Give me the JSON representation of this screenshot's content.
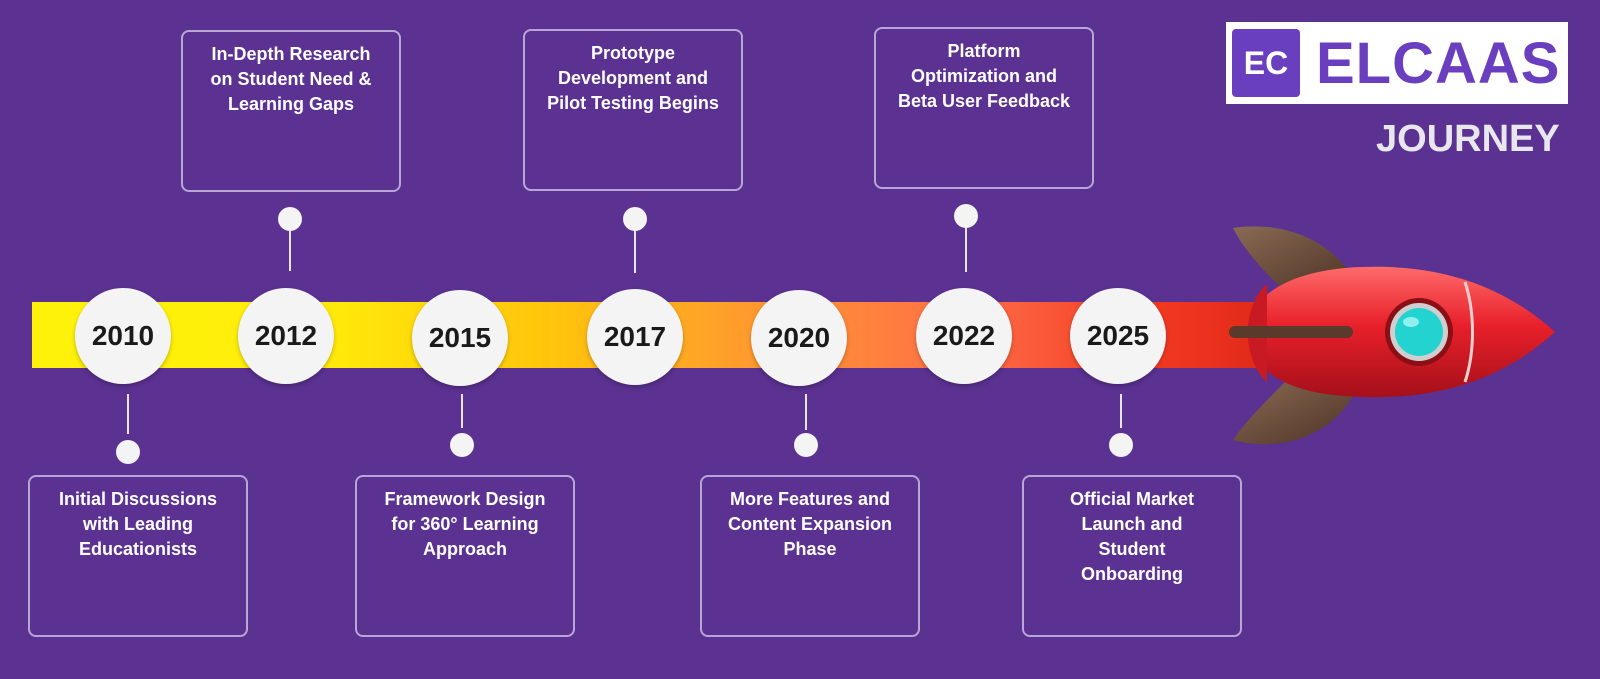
{
  "logo": {
    "mark": "EC",
    "name": "ELCAAS",
    "subtitle": "JOURNEY"
  },
  "colors": {
    "background": "#5b3191",
    "brand": "#6a3fbf",
    "rocket_body": "#e8202a",
    "rocket_window": "#22d3d0"
  },
  "milestones": [
    {
      "year": "2010",
      "text": "Initial Discussions\nwith Leading\nEducationists",
      "position": "below"
    },
    {
      "year": "2012",
      "text": "In-Depth Research\non Student Need &\nLearning Gaps",
      "position": "above"
    },
    {
      "year": "2015",
      "text": "Framework Design\nfor 360° Learning\nApproach",
      "position": "below"
    },
    {
      "year": "2017",
      "text": "Prototype\nDevelopment and\nPilot Testing Begins",
      "position": "above"
    },
    {
      "year": "2020",
      "text": "More Features and\nContent Expansion\nPhase",
      "position": "below"
    },
    {
      "year": "2022",
      "text": "Platform\nOptimization and\nBeta User Feedback",
      "position": "above"
    },
    {
      "year": "2025",
      "text": "Official Market\nLaunch and\nStudent\nOnboarding",
      "position": "below"
    }
  ],
  "icons": {
    "rocket": "rocket-icon"
  }
}
